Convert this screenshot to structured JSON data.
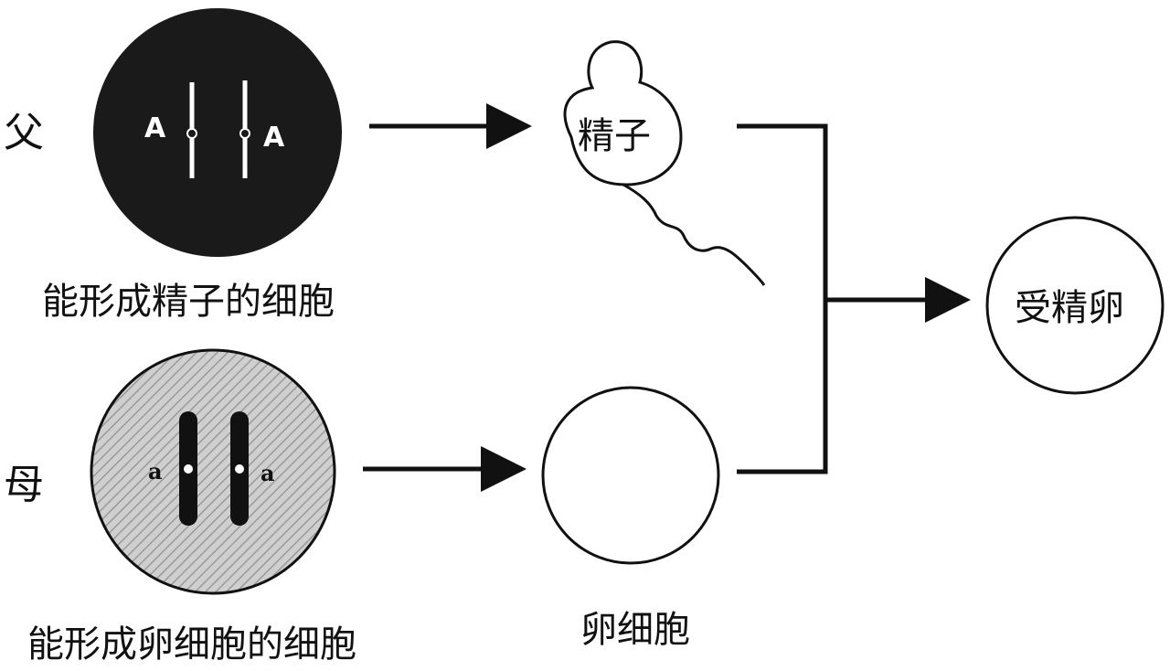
{
  "labels": {
    "father": "父",
    "mother": "母",
    "sperm_cell_caption": "能形成精子的细胞",
    "egg_cell_caption": "能形成卵细胞的细胞",
    "sperm": "精子",
    "egg_caption": "卵细胞",
    "zygote": "受精卵"
  },
  "genes": {
    "father_left": "A",
    "father_right": "A",
    "mother_left": "a",
    "mother_right": "a"
  },
  "colors": {
    "father_cell_fill": "#1a1a1a",
    "mother_cell_fill": "#c8c8c8",
    "line": "#111111",
    "background": "#ffffff"
  }
}
